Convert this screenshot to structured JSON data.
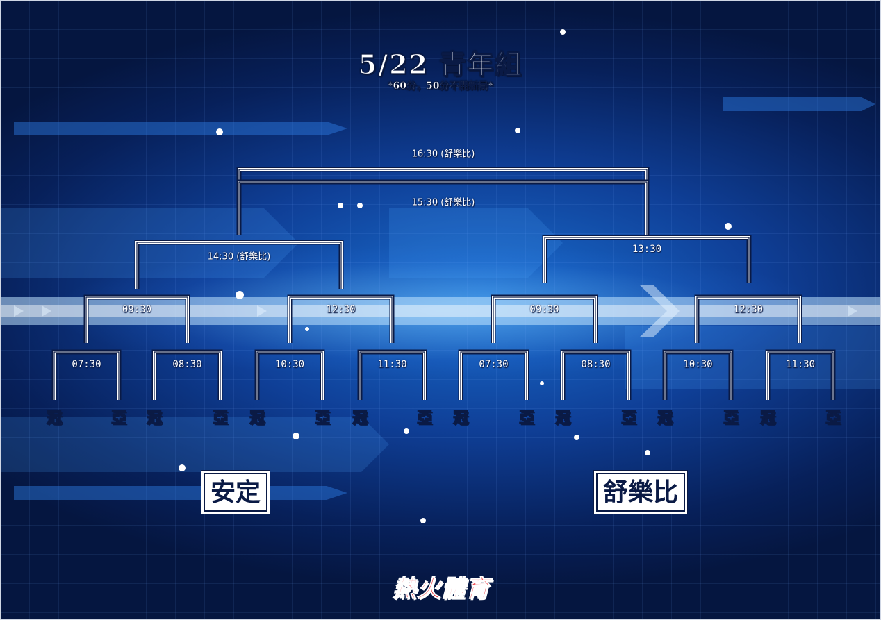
{
  "title": "5/22 青年組",
  "subtitle": "*60分，50分不開新局*",
  "rounds": {
    "round1": [
      "07:30",
      "08:30",
      "10:30",
      "11:30",
      "07:30",
      "08:30",
      "10:30",
      "11:30"
    ],
    "round2": [
      "09:30",
      "12:30",
      "09:30",
      "12:30"
    ],
    "semi_left": "14:30 (舒樂比)",
    "semi_right": "13:30",
    "final": "16:30 (舒樂比)",
    "third_place": "15:30 (舒樂比)"
  },
  "slot_labels": [
    "冠",
    "亞",
    "冠",
    "亞",
    "冠",
    "亞",
    "冠",
    "亞",
    "冠",
    "亞",
    "冠",
    "亞",
    "冠",
    "亞",
    "冠",
    "亞"
  ],
  "venues": {
    "left": "安定",
    "right": "舒樂比"
  },
  "brand": "熱火體育",
  "colors": {
    "background": "#0f3f97",
    "line": "#ffffff",
    "outline": "#0a1a45",
    "brand": "#e8141c"
  }
}
